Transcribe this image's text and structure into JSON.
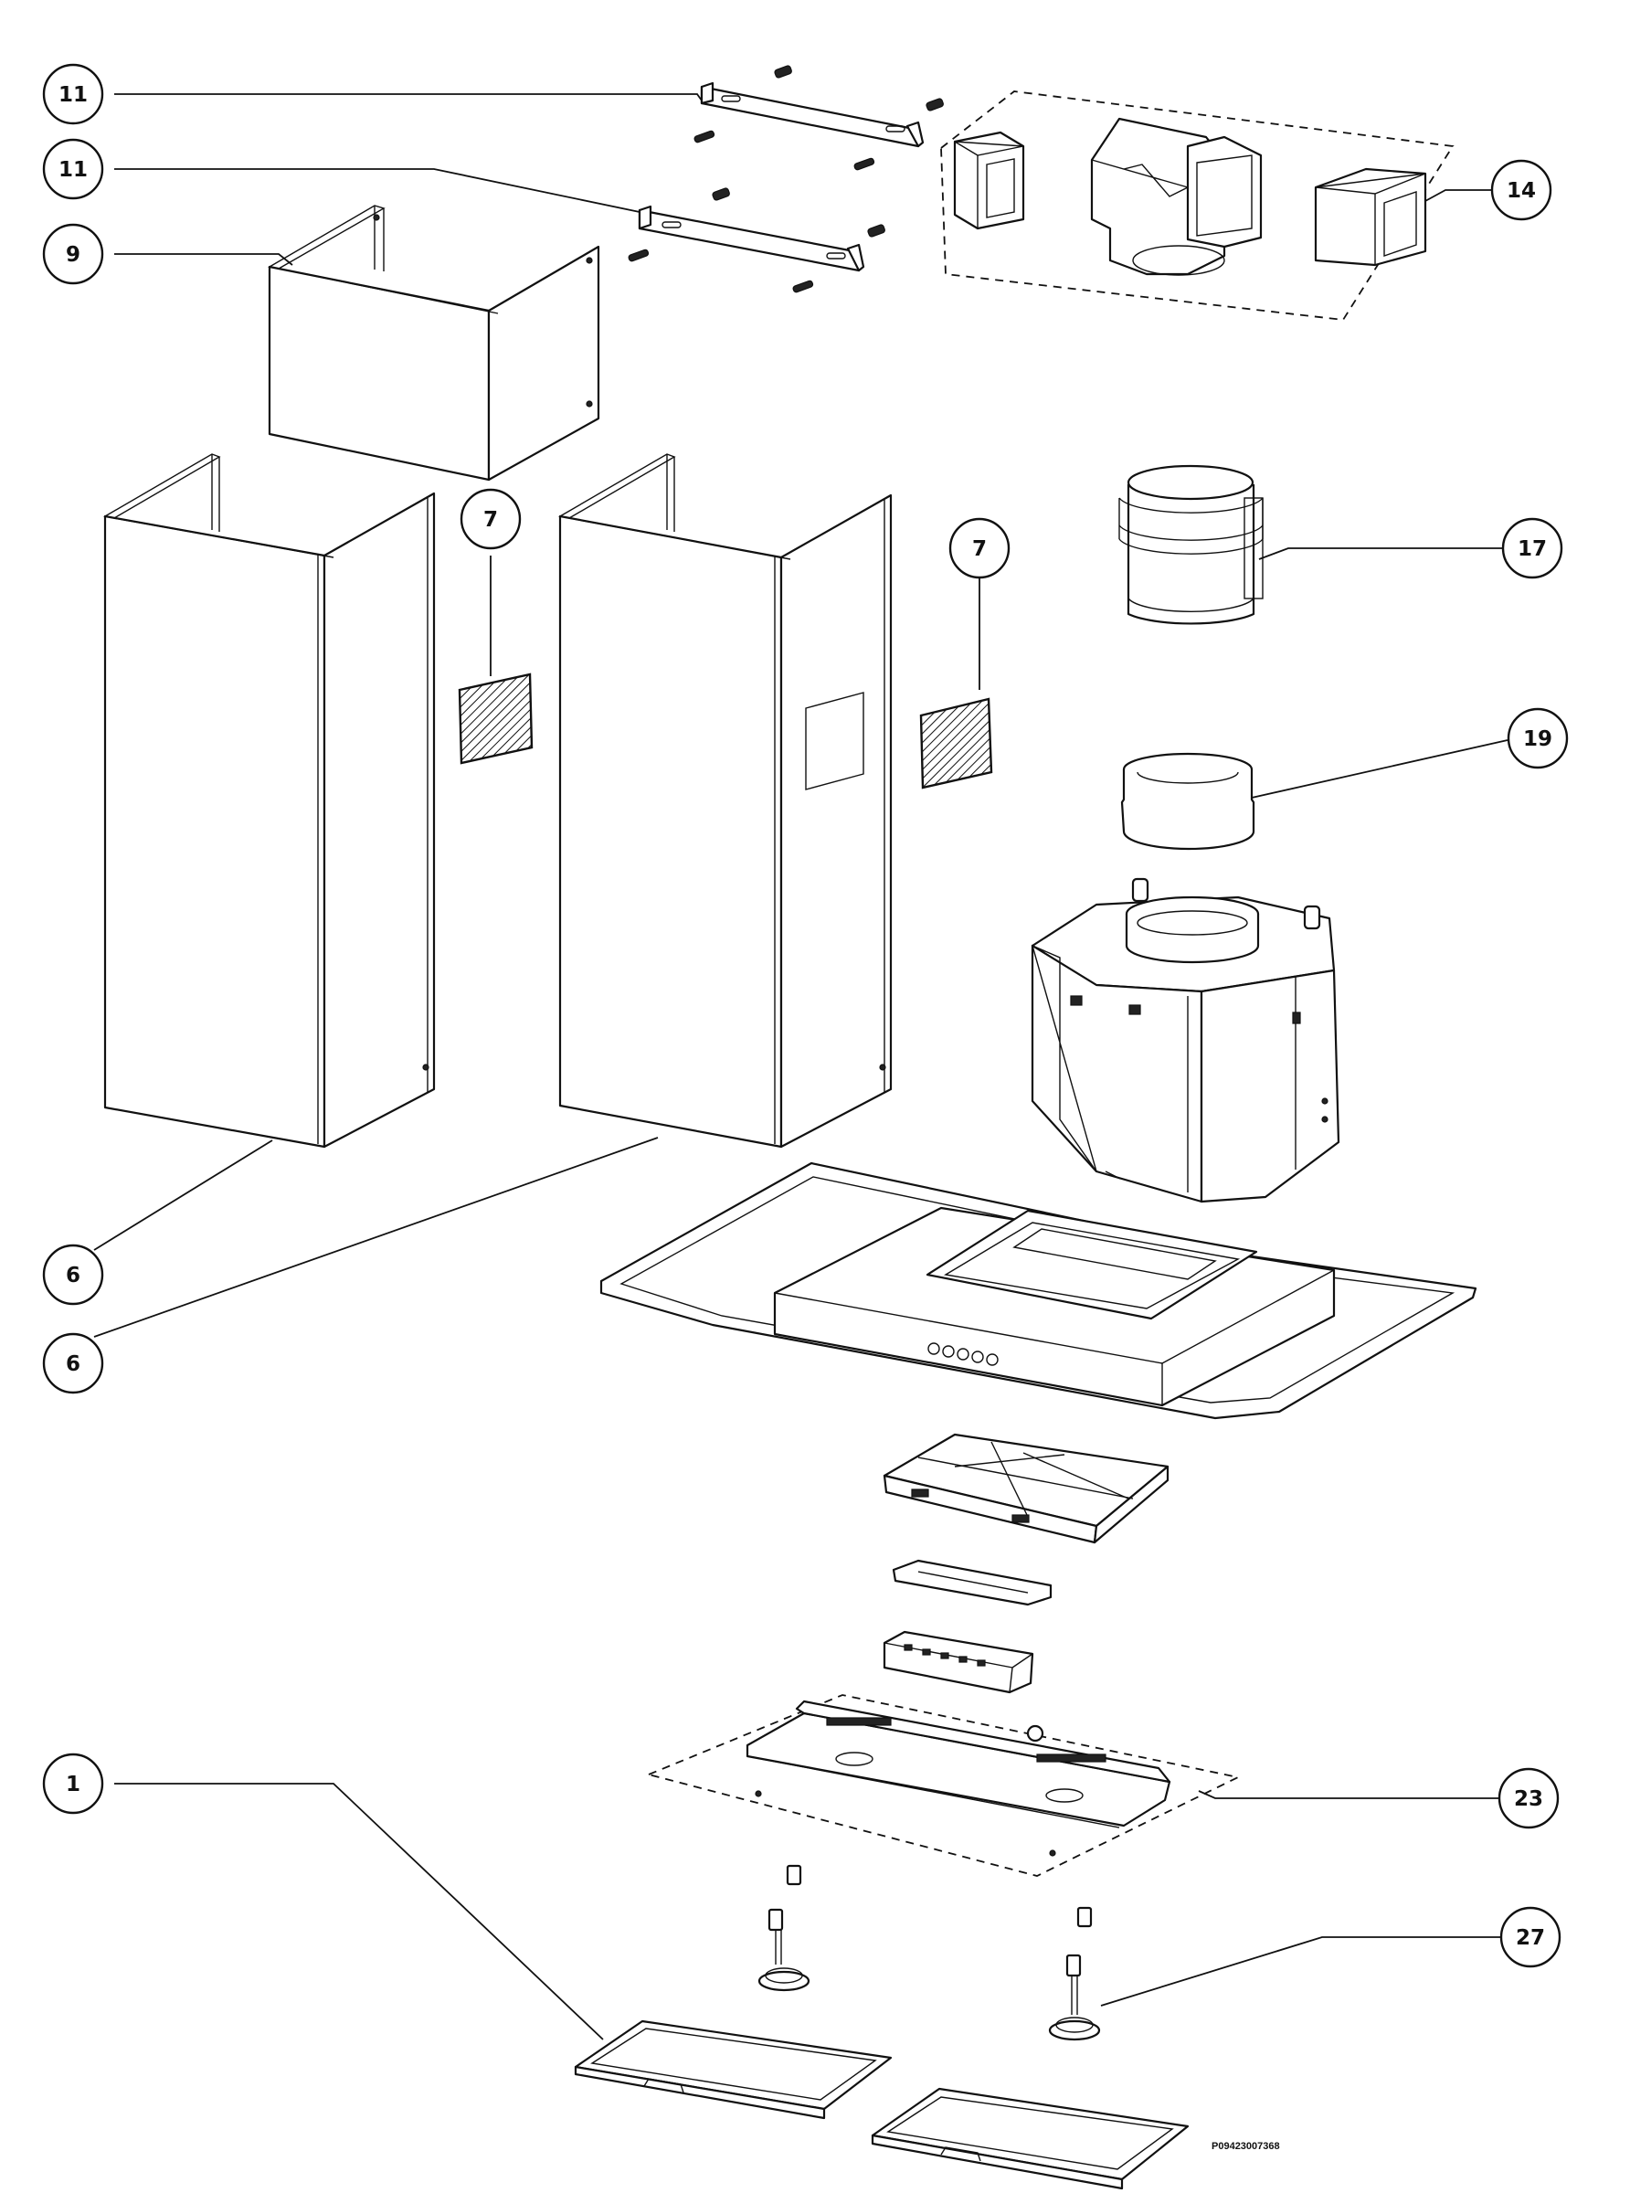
{
  "document_code": "P09423007368",
  "callouts": [
    {
      "id": "c11a",
      "label": "11"
    },
    {
      "id": "c11b",
      "label": "11"
    },
    {
      "id": "c9",
      "label": "9"
    },
    {
      "id": "c14",
      "label": "14"
    },
    {
      "id": "c7a",
      "label": "7"
    },
    {
      "id": "c7b",
      "label": "7"
    },
    {
      "id": "c17",
      "label": "17"
    },
    {
      "id": "c19",
      "label": "19"
    },
    {
      "id": "c6a",
      "label": "6"
    },
    {
      "id": "c6b",
      "label": "6"
    },
    {
      "id": "c1",
      "label": "1"
    },
    {
      "id": "c23",
      "label": "23"
    },
    {
      "id": "c27",
      "label": "27"
    }
  ]
}
